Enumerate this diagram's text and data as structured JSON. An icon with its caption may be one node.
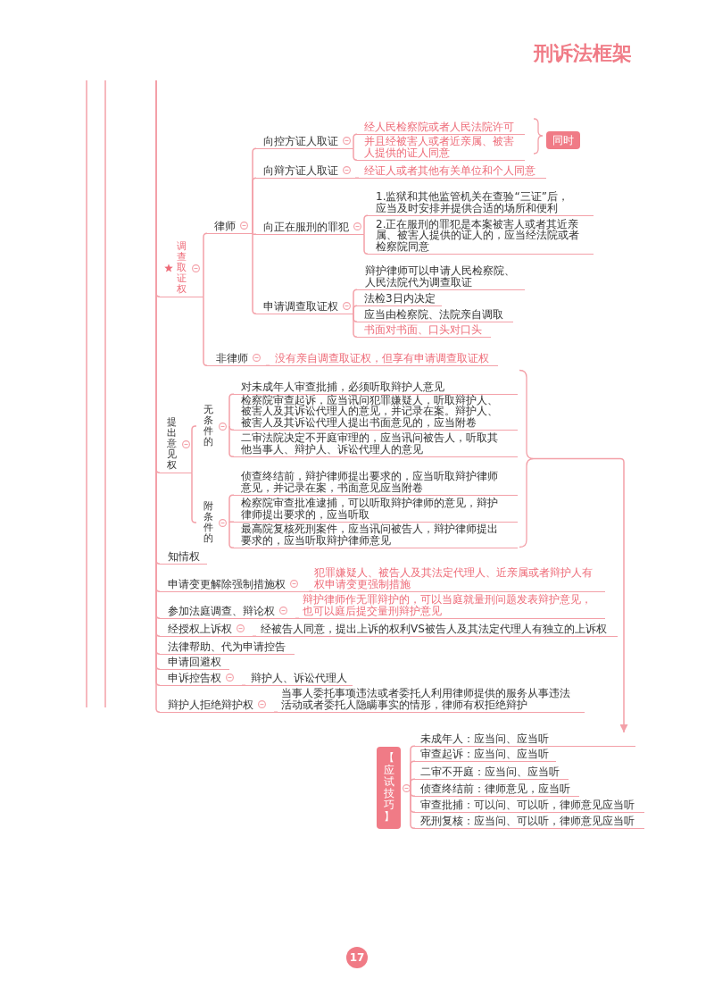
{
  "diagram": {
    "title": "刑诉法框架",
    "nodes": [
      {
        "text": [
          "调查取证权"
        ]
      },
      {
        "text": [
          "律师"
        ]
      },
      {
        "text": [
          "向控方证人取证"
        ]
      },
      {
        "text": [
          "经人民检察院或者人民法院许可"
        ]
      },
      {
        "text": [
          "并且经被害人或者近亲属、被害人提供的证人同意"
        ]
      },
      {
        "text": [
          "同时"
        ]
      },
      {
        "text": [
          "向辩方证人取证"
        ]
      },
      {
        "text": [
          "经证人或者其他有关单位和个人同意"
        ]
      },
      {
        "text": [
          "向正在服刑的罪犯"
        ]
      },
      {
        "text": [
          "1.监狱和其他监管机关在查验“三证”后，应当及时安排并提供合适的场所和便利"
        ]
      },
      {
        "text": [
          "2.正在服刑的罪犯是本案被害人或者其近亲属、被害人提供的证人的，应当经法院或者检察院同意"
        ]
      },
      {
        "text": [
          "申请调查取证权"
        ]
      },
      {
        "text": [
          "辩护律师可以申请人民检察院、人民法院代为调查取证"
        ]
      },
      {
        "text": [
          "法检3日内决定"
        ]
      },
      {
        "text": [
          "应当由检察院、法院亲自调取"
        ]
      },
      {
        "text": [
          "书面对书面、口头对口头"
        ]
      },
      {
        "text": [
          "非律师"
        ]
      },
      {
        "text": [
          "没有亲自调查取证权，但享有申请调查取证权"
        ]
      },
      {
        "text": [
          "提出意见权"
        ]
      },
      {
        "text": [
          "无条件的"
        ]
      },
      {
        "text": [
          "对未成年人审查批捕，必须听取辩护人意见"
        ]
      },
      {
        "text": [
          "检察院审查起诉，应当讯问犯罪嫌疑人，听取辩护人、被害人及其诉讼代理人的意见，并记录在案。辩护人、被害人及其诉讼代理人提出书面意见的，应当附卷"
        ]
      },
      {
        "text": [
          "二审法院决定不开庭审理的，应当讯问被告人，听取其他当事人、辩护人、诉讼代理人的意见"
        ]
      },
      {
        "text": [
          "附条件的"
        ]
      },
      {
        "text": [
          "侦查终结前，辩护律师提出要求的，应当听取辩护律师意见，并记录在案，书面意见应当附卷"
        ]
      },
      {
        "text": [
          "检察院审查批准逮捕，可以听取辩护律师的意见，辩护律师提出要求的，应当听取"
        ]
      },
      {
        "text": [
          "最高院复核死刑案件，应当讯问被告人，辩护律师提出要求的，应当听取辩护律师意见"
        ]
      },
      {
        "text": [],
        "shape": "brace"
      },
      {
        "text": [
          "知情权"
        ]
      },
      {
        "text": [
          "申请变更解除强制措施权"
        ]
      },
      {
        "text": [
          "犯罪嫌疑人、被告人及其法定代理人、近亲属或者辩护人有权申请变更强制措施"
        ]
      },
      {
        "text": [
          "参加法庭调查、辩论权"
        ]
      },
      {
        "text": [
          "辩护律师作无罪辩护的，可以当庭就量刑问题发表辩护意见，也可以庭后提交量刑辩护意见"
        ]
      },
      {
        "text": [
          "经授权上诉权"
        ]
      },
      {
        "text": [
          "经被告人同意，提出上诉的权利VS被告人及其法定代理人有独立的上诉权"
        ]
      },
      {
        "text": [
          "法律帮助、代为申请控告"
        ]
      },
      {
        "text": [
          "申请回避权"
        ]
      },
      {
        "text": [
          "申诉控告权"
        ]
      },
      {
        "text": [
          "辩护人、诉讼代理人"
        ]
      },
      {
        "text": [
          "辩护人拒绝辩护权"
        ]
      },
      {
        "text": [
          "当事人委托事项违法或者委托人利用律师提供的服务从事违法活动或者委托人隐瞒事实的情形，律师有权拒绝辩护"
        ]
      },
      {
        "text": [
          "【应试技巧】"
        ]
      },
      {
        "text": [
          "未成年人：应当问、应当听"
        ]
      },
      {
        "text": [
          "审查起诉：应当问、应当听"
        ]
      },
      {
        "text": [
          "二审不开庭：应当问、应当听"
        ]
      },
      {
        "text": [
          "侦查终结前：律师意见，应当听"
        ]
      },
      {
        "text": [
          "审查批捕：可以问、可以听，律师意见应当听"
        ]
      },
      {
        "text": [
          "死刑复核：应当问、可以听，律师意见应当听"
        ]
      }
    ],
    "edges": [
      {
        "from": null,
        "to": 0,
        "arrow": "none"
      },
      {
        "from": 0,
        "to": 1,
        "arrow": "none"
      },
      {
        "from": 1,
        "to": 2,
        "arrow": "none"
      },
      {
        "from": 2,
        "to": 3,
        "arrow": "none"
      },
      {
        "from": 2,
        "to": 4,
        "arrow": "none"
      },
      {
        "from": 1,
        "to": 6,
        "arrow": "none"
      },
      {
        "from": 6,
        "to": 7,
        "arrow": "none"
      },
      {
        "from": 1,
        "to": 8,
        "arrow": "none"
      },
      {
        "from": 8,
        "to": 9,
        "arrow": "none"
      },
      {
        "from": 8,
        "to": 10,
        "arrow": "none"
      },
      {
        "from": 1,
        "to": 11,
        "arrow": "none"
      },
      {
        "from": 11,
        "to": 12,
        "arrow": "none"
      },
      {
        "from": 11,
        "to": 13,
        "arrow": "none"
      },
      {
        "from": 11,
        "to": 14,
        "arrow": "none"
      },
      {
        "from": 11,
        "to": 15,
        "arrow": "none"
      },
      {
        "from": 0,
        "to": 16,
        "arrow": "none"
      },
      {
        "from": 16,
        "to": 17,
        "arrow": "none"
      },
      {
        "from": null,
        "to": 18,
        "arrow": "none"
      },
      {
        "from": 18,
        "to": 19,
        "arrow": "none"
      },
      {
        "from": 19,
        "to": 20,
        "arrow": "none"
      },
      {
        "from": 19,
        "to": 21,
        "arrow": "none"
      },
      {
        "from": 19,
        "to": 22,
        "arrow": "none"
      },
      {
        "from": 18,
        "to": 23,
        "arrow": "none"
      },
      {
        "from": 23,
        "to": 24,
        "arrow": "none"
      },
      {
        "from": 23,
        "to": 25,
        "arrow": "none"
      },
      {
        "from": 23,
        "to": 26,
        "arrow": "none"
      },
      {
        "from": null,
        "to": 28,
        "arrow": "none"
      },
      {
        "from": null,
        "to": 29,
        "arrow": "none"
      },
      {
        "from": 29,
        "to": 30,
        "arrow": "none"
      },
      {
        "from": null,
        "to": 31,
        "arrow": "none"
      },
      {
        "from": 31,
        "to": 32,
        "arrow": "none"
      },
      {
        "from": null,
        "to": 33,
        "arrow": "none"
      },
      {
        "from": 33,
        "to": 34,
        "arrow": "none"
      },
      {
        "from": null,
        "to": 35,
        "arrow": "none"
      },
      {
        "from": null,
        "to": 36,
        "arrow": "none"
      },
      {
        "from": null,
        "to": 37,
        "arrow": "none"
      },
      {
        "from": 37,
        "to": 38,
        "arrow": "none"
      },
      {
        "from": null,
        "to": 39,
        "arrow": "none"
      },
      {
        "from": 39,
        "to": 40,
        "arrow": "none"
      },
      {
        "from": 41,
        "to": 42,
        "arrow": "none"
      },
      {
        "from": 41,
        "to": 43,
        "arrow": "none"
      },
      {
        "from": 41,
        "to": 44,
        "arrow": "none"
      },
      {
        "from": 41,
        "to": 45,
        "arrow": "none"
      },
      {
        "from": 41,
        "to": 46,
        "arrow": "none"
      },
      {
        "from": 41,
        "to": 47,
        "arrow": "none"
      },
      {
        "from": 27,
        "to": 42,
        "arrow": "to"
      }
    ],
    "labels": [
      "17"
    ]
  }
}
